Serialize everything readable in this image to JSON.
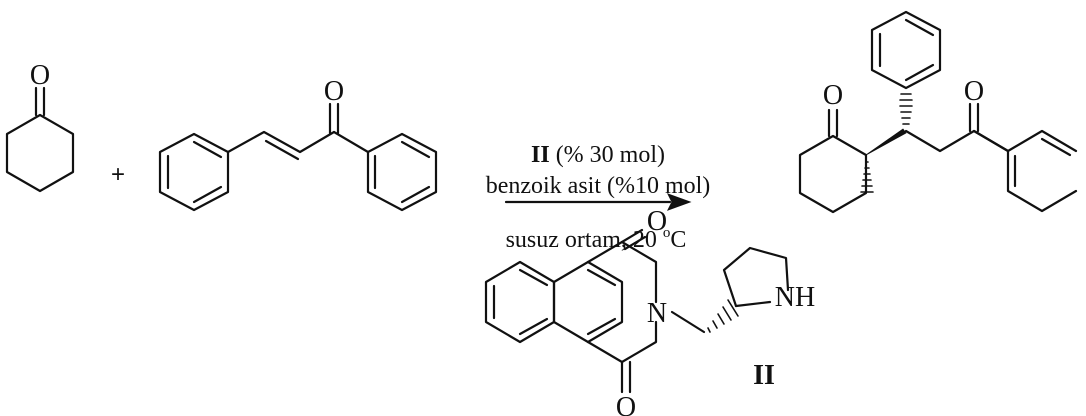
{
  "reactant1": {
    "carbonyl_label": "O"
  },
  "plus_sign": "+",
  "reactant2": {
    "carbonyl_label": "O"
  },
  "conditions": {
    "catalyst_ref": "II",
    "catalyst_amount": " (% 30 mol)",
    "additive": "benzoik asit (%10 mol)",
    "medium_prefix": "susuz ortam, 20 ",
    "degree": "o",
    "unit": "C"
  },
  "product": {
    "ketone_label": "O",
    "carbonyl_label": "O"
  },
  "catalyst_structure": {
    "oxygen_top": "O",
    "oxygen_bottom": "O",
    "nitrogen": "N",
    "amine": "NH",
    "label": "II"
  }
}
